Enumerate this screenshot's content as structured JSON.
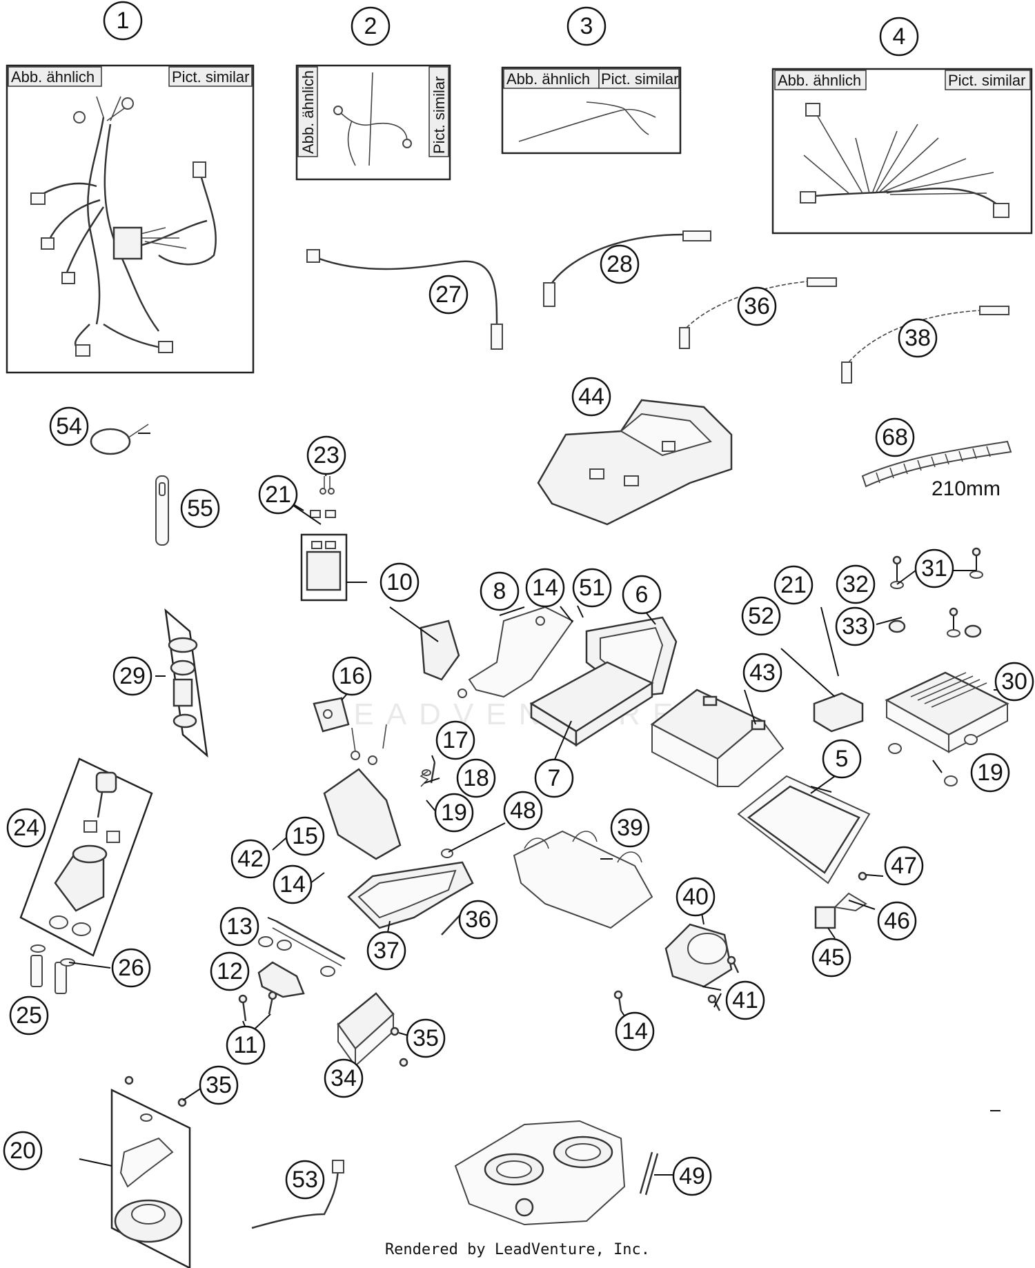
{
  "panel_tags": {
    "abb": "Abb. ähnlich",
    "pict": "Pict. similar"
  },
  "measurement": "210mm",
  "credit": "Rendered by LeadVenture, Inc.",
  "watermark": "LEADVENTURE",
  "callouts": {
    "c1": "1",
    "c2": "2",
    "c3": "3",
    "c4": "4",
    "c5": "5",
    "c6": "6",
    "c7": "7",
    "c8": "8",
    "c10": "10",
    "c11": "11",
    "c12": "12",
    "c13": "13",
    "c14a": "14",
    "c14b": "14",
    "c14c": "14",
    "c15": "15",
    "c16": "16",
    "c17": "17",
    "c18": "18",
    "c19a": "19",
    "c19b": "19",
    "c20": "20",
    "c21a": "21",
    "c21b": "21",
    "c23": "23",
    "c24": "24",
    "c25": "25",
    "c26": "26",
    "c27": "27",
    "c28": "28",
    "c29": "29",
    "c30": "30",
    "c31": "31",
    "c32": "32",
    "c33": "33",
    "c34": "34",
    "c35a": "35",
    "c35b": "35",
    "c36a": "36",
    "c36b": "36",
    "c37": "37",
    "c38": "38",
    "c39": "39",
    "c40": "40",
    "c41": "41",
    "c42": "42",
    "c43": "43",
    "c44": "44",
    "c45": "45",
    "c46": "46",
    "c47": "47",
    "c48": "48",
    "c49": "49",
    "c51": "51",
    "c52": "52",
    "c53": "53",
    "c54": "54",
    "c55": "55",
    "c68": "68"
  }
}
